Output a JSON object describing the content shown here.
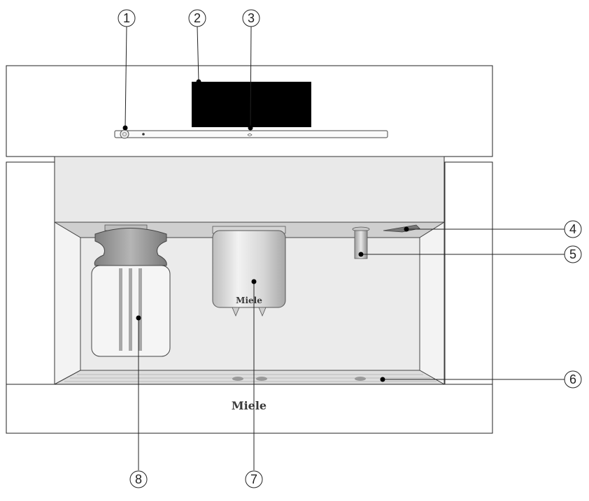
{
  "brand": {
    "logo_text_front": "Miele",
    "logo_text_unit": "Miele"
  },
  "callouts": [
    {
      "id": "1",
      "label": "1"
    },
    {
      "id": "2",
      "label": "2"
    },
    {
      "id": "3",
      "label": "3"
    },
    {
      "id": "4",
      "label": "4"
    },
    {
      "id": "5",
      "label": "5"
    },
    {
      "id": "6",
      "label": "6"
    },
    {
      "id": "7",
      "label": "7"
    },
    {
      "id": "8",
      "label": "8"
    }
  ],
  "colors": {
    "outline": "#222222",
    "panel_fill": "#ffffff",
    "recess_fill": "#e6e6e6",
    "recess_dark": "#cfcfcf",
    "display_fill": "#000000",
    "jug_lid": "#9a9a9a",
    "cup_unit": "#dcdcdc"
  }
}
